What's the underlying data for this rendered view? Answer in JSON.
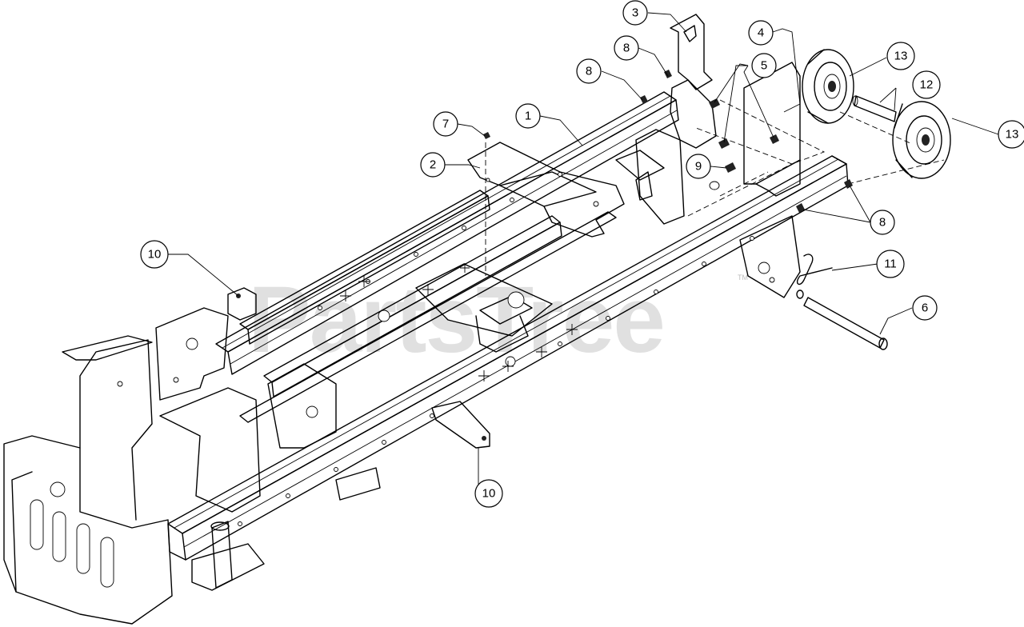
{
  "watermark": {
    "text": "PartsTree",
    "mark": "TM"
  },
  "callouts": [
    "3",
    "8",
    "8",
    "4",
    "5",
    "13",
    "12",
    "13",
    "1",
    "7",
    "2",
    "9",
    "8",
    "10",
    "11",
    "6",
    "10"
  ]
}
